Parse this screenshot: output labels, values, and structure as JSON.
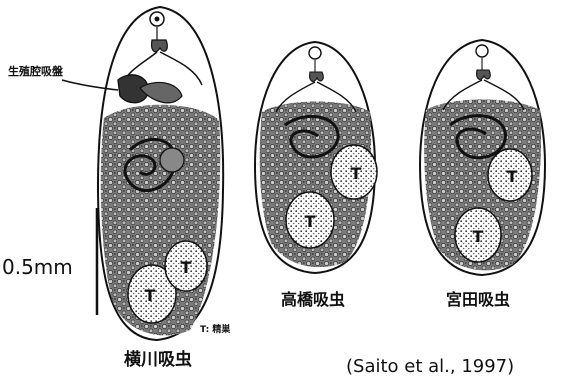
{
  "figure": {
    "labels": {
      "genital_sucker": "生殖腔吸盤",
      "scale": "0.5mm",
      "testis_legend": "T: 精巣",
      "testis_mark": "T"
    },
    "specimens": [
      {
        "name": "横川吸虫"
      },
      {
        "name": "高橋吸虫"
      },
      {
        "name": "宮田吸虫"
      }
    ],
    "citation": "(Saito et al., 1997)"
  }
}
